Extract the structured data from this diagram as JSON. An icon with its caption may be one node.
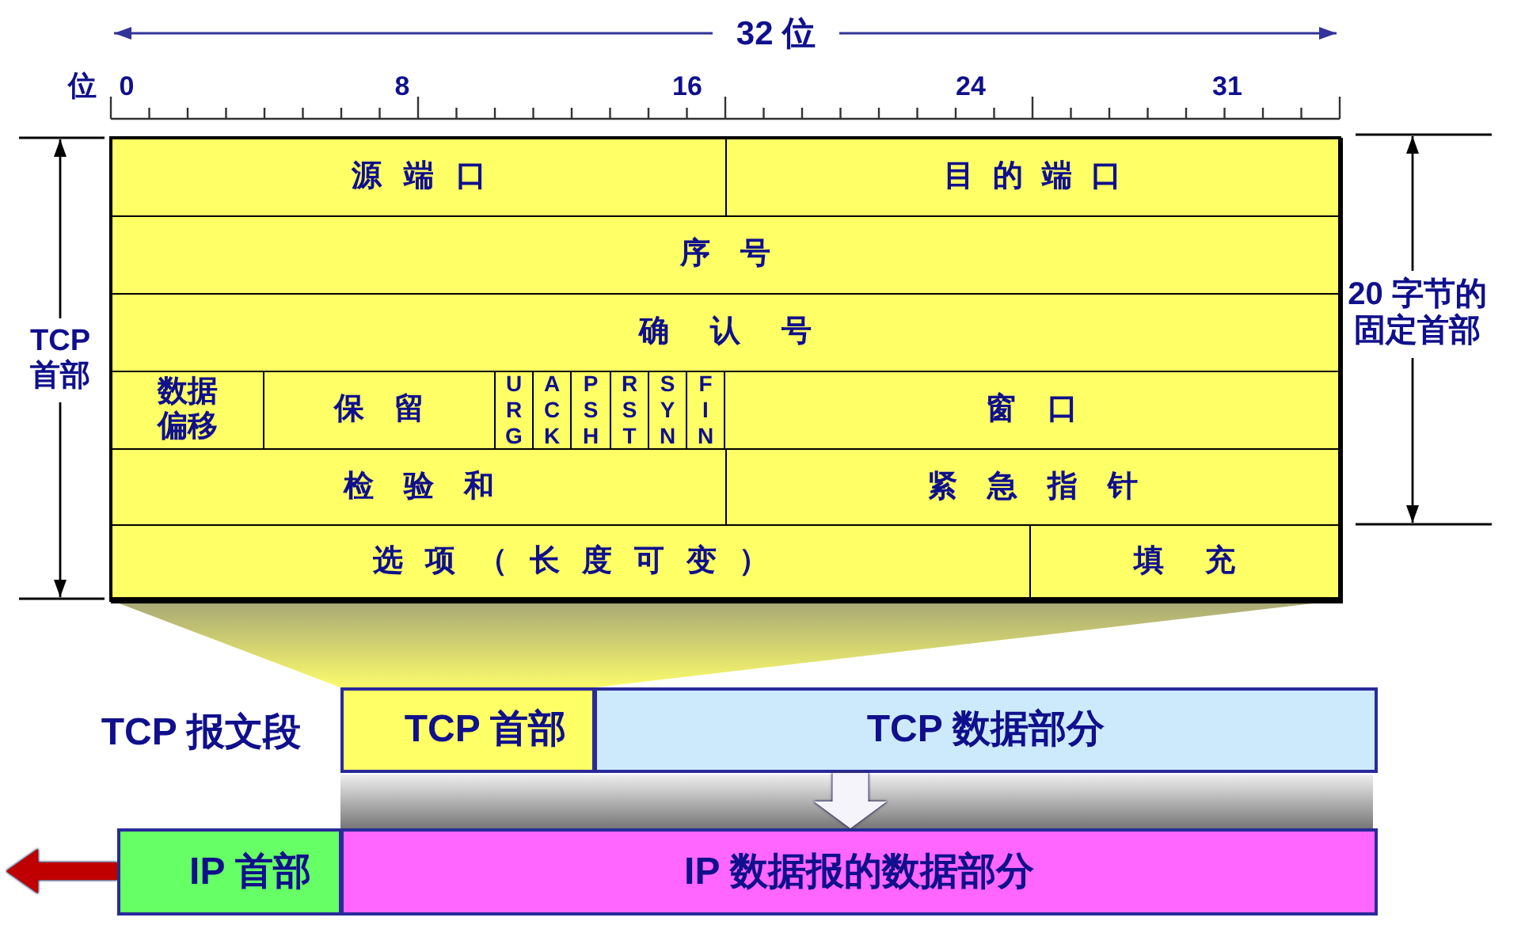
{
  "diagram": {
    "nodes": [
      {
        "text": [
          "源端口"
        ]
      },
      {
        "text": [
          "目的端口"
        ]
      },
      {
        "text": [
          "序号"
        ]
      },
      {
        "text": [
          "确认号"
        ]
      },
      {
        "text": [
          "数据偏移"
        ]
      },
      {
        "text": [
          "保留"
        ]
      },
      {
        "text": [
          "URG"
        ]
      },
      {
        "text": [
          "ACK"
        ]
      },
      {
        "text": [
          "PSH"
        ]
      },
      {
        "text": [
          "RST"
        ]
      },
      {
        "text": [
          "SYN"
        ]
      },
      {
        "text": [
          "FIN"
        ]
      },
      {
        "text": [
          "窗口"
        ]
      },
      {
        "text": [
          "检验和"
        ]
      },
      {
        "text": [
          "紧急指针"
        ]
      },
      {
        "text": [
          "选项（长度可变）"
        ]
      },
      {
        "text": [
          "填充"
        ]
      },
      {
        "text": [],
        "shape": "trapezoid"
      },
      {
        "text": [
          "TCP 首部"
        ]
      },
      {
        "text": [
          "TCP 数据部分"
        ]
      },
      {
        "text": [
          "IP 首部"
        ]
      },
      {
        "text": [
          "IP 数据报的数据部分"
        ]
      }
    ],
    "edges": [
      {
        "from": 19,
        "to": 21,
        "arrow": "to",
        "style": "thick"
      },
      {
        "from": 20,
        "to": null,
        "arrow": "to",
        "color": "#c00000"
      }
    ],
    "labels": [
      "32 位",
      "位",
      "0",
      "8",
      "16",
      "24",
      "31",
      "TCP 首部",
      "20 字节的固定首部",
      "TCP 报文段"
    ]
  }
}
